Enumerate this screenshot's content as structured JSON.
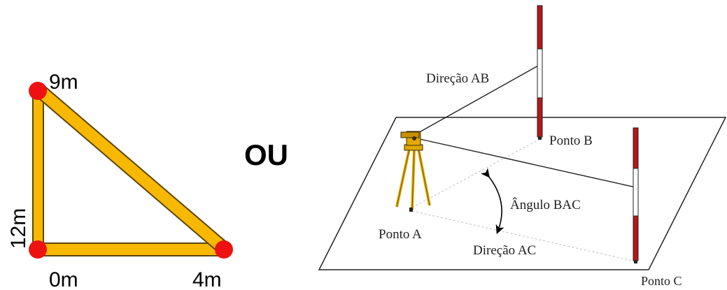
{
  "triangle": {
    "labels": {
      "top": "9m",
      "side": "12m",
      "bottom_left": "0m",
      "bottom_right": "4m"
    },
    "colors": {
      "beam_fill": "#F9B800",
      "beam_stroke": "#5a4600",
      "vertex": "#ee1111"
    }
  },
  "separator": "OU",
  "survey": {
    "labels": {
      "direction_ab": "Direção  AB",
      "point_b": "Ponto B",
      "angle_bac": "Ângulo BAC",
      "point_a": "Ponto A",
      "direction_ac": "Direção AC",
      "point_c": "Ponto C"
    },
    "icons": {
      "instrument": "theodolite-icon",
      "pole_b": "survey-pole-icon",
      "pole_c": "survey-pole-icon"
    },
    "colors": {
      "instrument": "#E0A800",
      "pole_red": "#b01818",
      "pole_white": "#ffffff"
    }
  }
}
